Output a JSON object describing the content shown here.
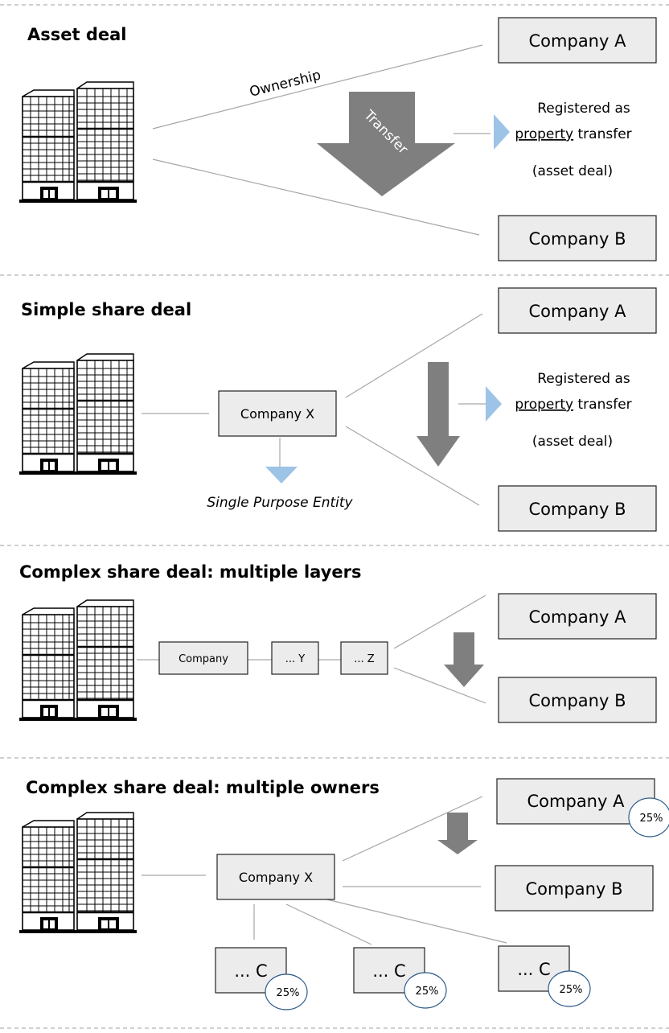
{
  "colors": {
    "box_fill": "#ececec",
    "box_stroke": "#222222",
    "line": "#a6a6a6",
    "divider": "#b0b0b0",
    "big_arrow": "#7f7f7f",
    "light_arrow": "#9dc3e6",
    "badge_stroke": "#2e5c8a"
  },
  "sections": [
    {
      "title": "Asset deal",
      "ownership_label": "Ownership",
      "transfer_label": "Transfer",
      "company_a": "Company A",
      "company_b": "Company B",
      "note": {
        "line1": "Registered as",
        "underlined": "property",
        "after": " transfer",
        "line3": "(asset deal)"
      }
    },
    {
      "title": "Simple share deal",
      "company_x": "Company X",
      "spe_label": "Single Purpose Entity",
      "company_a": "Company A",
      "company_b": "Company B",
      "note": {
        "line1": "Registered as",
        "underlined": "property",
        "after": " transfer",
        "line3": "(asset deal)"
      }
    },
    {
      "title": "Complex share deal: multiple layers",
      "layer_1": "Company",
      "layer_2": "... Y",
      "layer_3": "... Z",
      "company_a": "Company A",
      "company_b": "Company B"
    },
    {
      "title": "Complex share deal: multiple owners",
      "company_x": "Company X",
      "company_a": "Company A",
      "company_b": "Company B",
      "company_a_share": "25%",
      "sub_companies": [
        {
          "label": "... C",
          "share": "25%"
        },
        {
          "label": "... C",
          "share": "25%"
        },
        {
          "label": "... C",
          "share": "25%"
        }
      ]
    }
  ]
}
